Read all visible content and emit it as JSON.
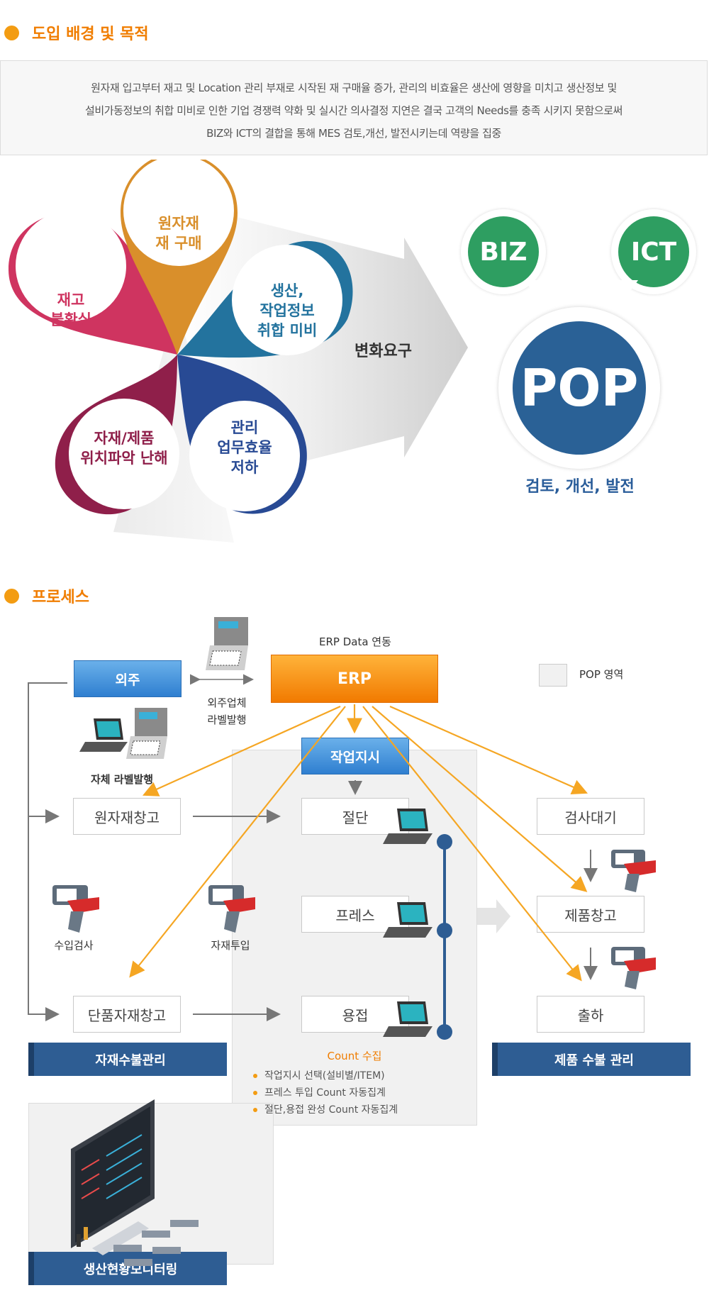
{
  "section1": {
    "title": "도입 배경 및 목적",
    "intro_lines": [
      "원자재 입고부터 재고 및 Location 관리 부재로 시작된 재 구매율 증가, 관리의 비효율은 생산에 영향을 미치고 생산정보 및",
      "설비가동정보의 취합 미비로 인한 기업 경쟁력 약화 및 실시간 의사결정 지연은 결국 고객의 Needs를 충족 시키지 못함으로써",
      "BIZ와 ICT의 결합을 통해 MES 검토,개선, 발전시키는데 역량을 집중"
    ],
    "petals": {
      "raw_material": "원자재\n재 구매",
      "production_info": "생산,\n작업정보\n취합 미비",
      "management": "관리\n업무효율\n저하",
      "location": "자재/제품\n위치파악 난해",
      "inventory": "재고\n불확실"
    },
    "arrow_label": "변화요구",
    "biz": "BIZ",
    "ict": "ICT",
    "pop": "POP",
    "result": "검토, 개선, 발전"
  },
  "section2": {
    "title": "프로세스",
    "erp_data_label": "ERP Data 연동",
    "erp": "ERP",
    "pop_area_legend": "POP 영역",
    "outsourcing": "외주",
    "outsource_label": "외주업체\n라벨발행",
    "self_label": "자체 라벨발행",
    "work_order": "작업지시",
    "raw_warehouse": "원자재창고",
    "cutting": "절단",
    "press": "프레스",
    "welding": "용접",
    "incoming_inspection": "수입검사",
    "material_input": "자재투입",
    "unit_warehouse": "단품자재창고",
    "inspection_wait": "검사대기",
    "product_warehouse": "제품창고",
    "shipping": "출하",
    "count_label": "Count 수집",
    "bullets": [
      "작업지시 선택(설비별/ITEM)",
      "프레스 투입 Count 자동집계",
      "절단,용접 완성 Count 자동집계"
    ],
    "material_mgmt": "자재수불관리",
    "product_mgmt": "제품 수불 관리",
    "monitoring": "생산현황모니터링"
  },
  "colors": {
    "accent_orange": "#f07d00",
    "petal_gold": "#d98f2b",
    "petal_teal": "#23739e",
    "petal_navy": "#284a94",
    "petal_wine": "#8f1f4a",
    "petal_pink": "#cf3460",
    "biz_ict_green": "#2e9e61",
    "pop_blue": "#2a6196",
    "flow_arrow": "#f5a623",
    "bar_navy": "#2e5d93"
  }
}
